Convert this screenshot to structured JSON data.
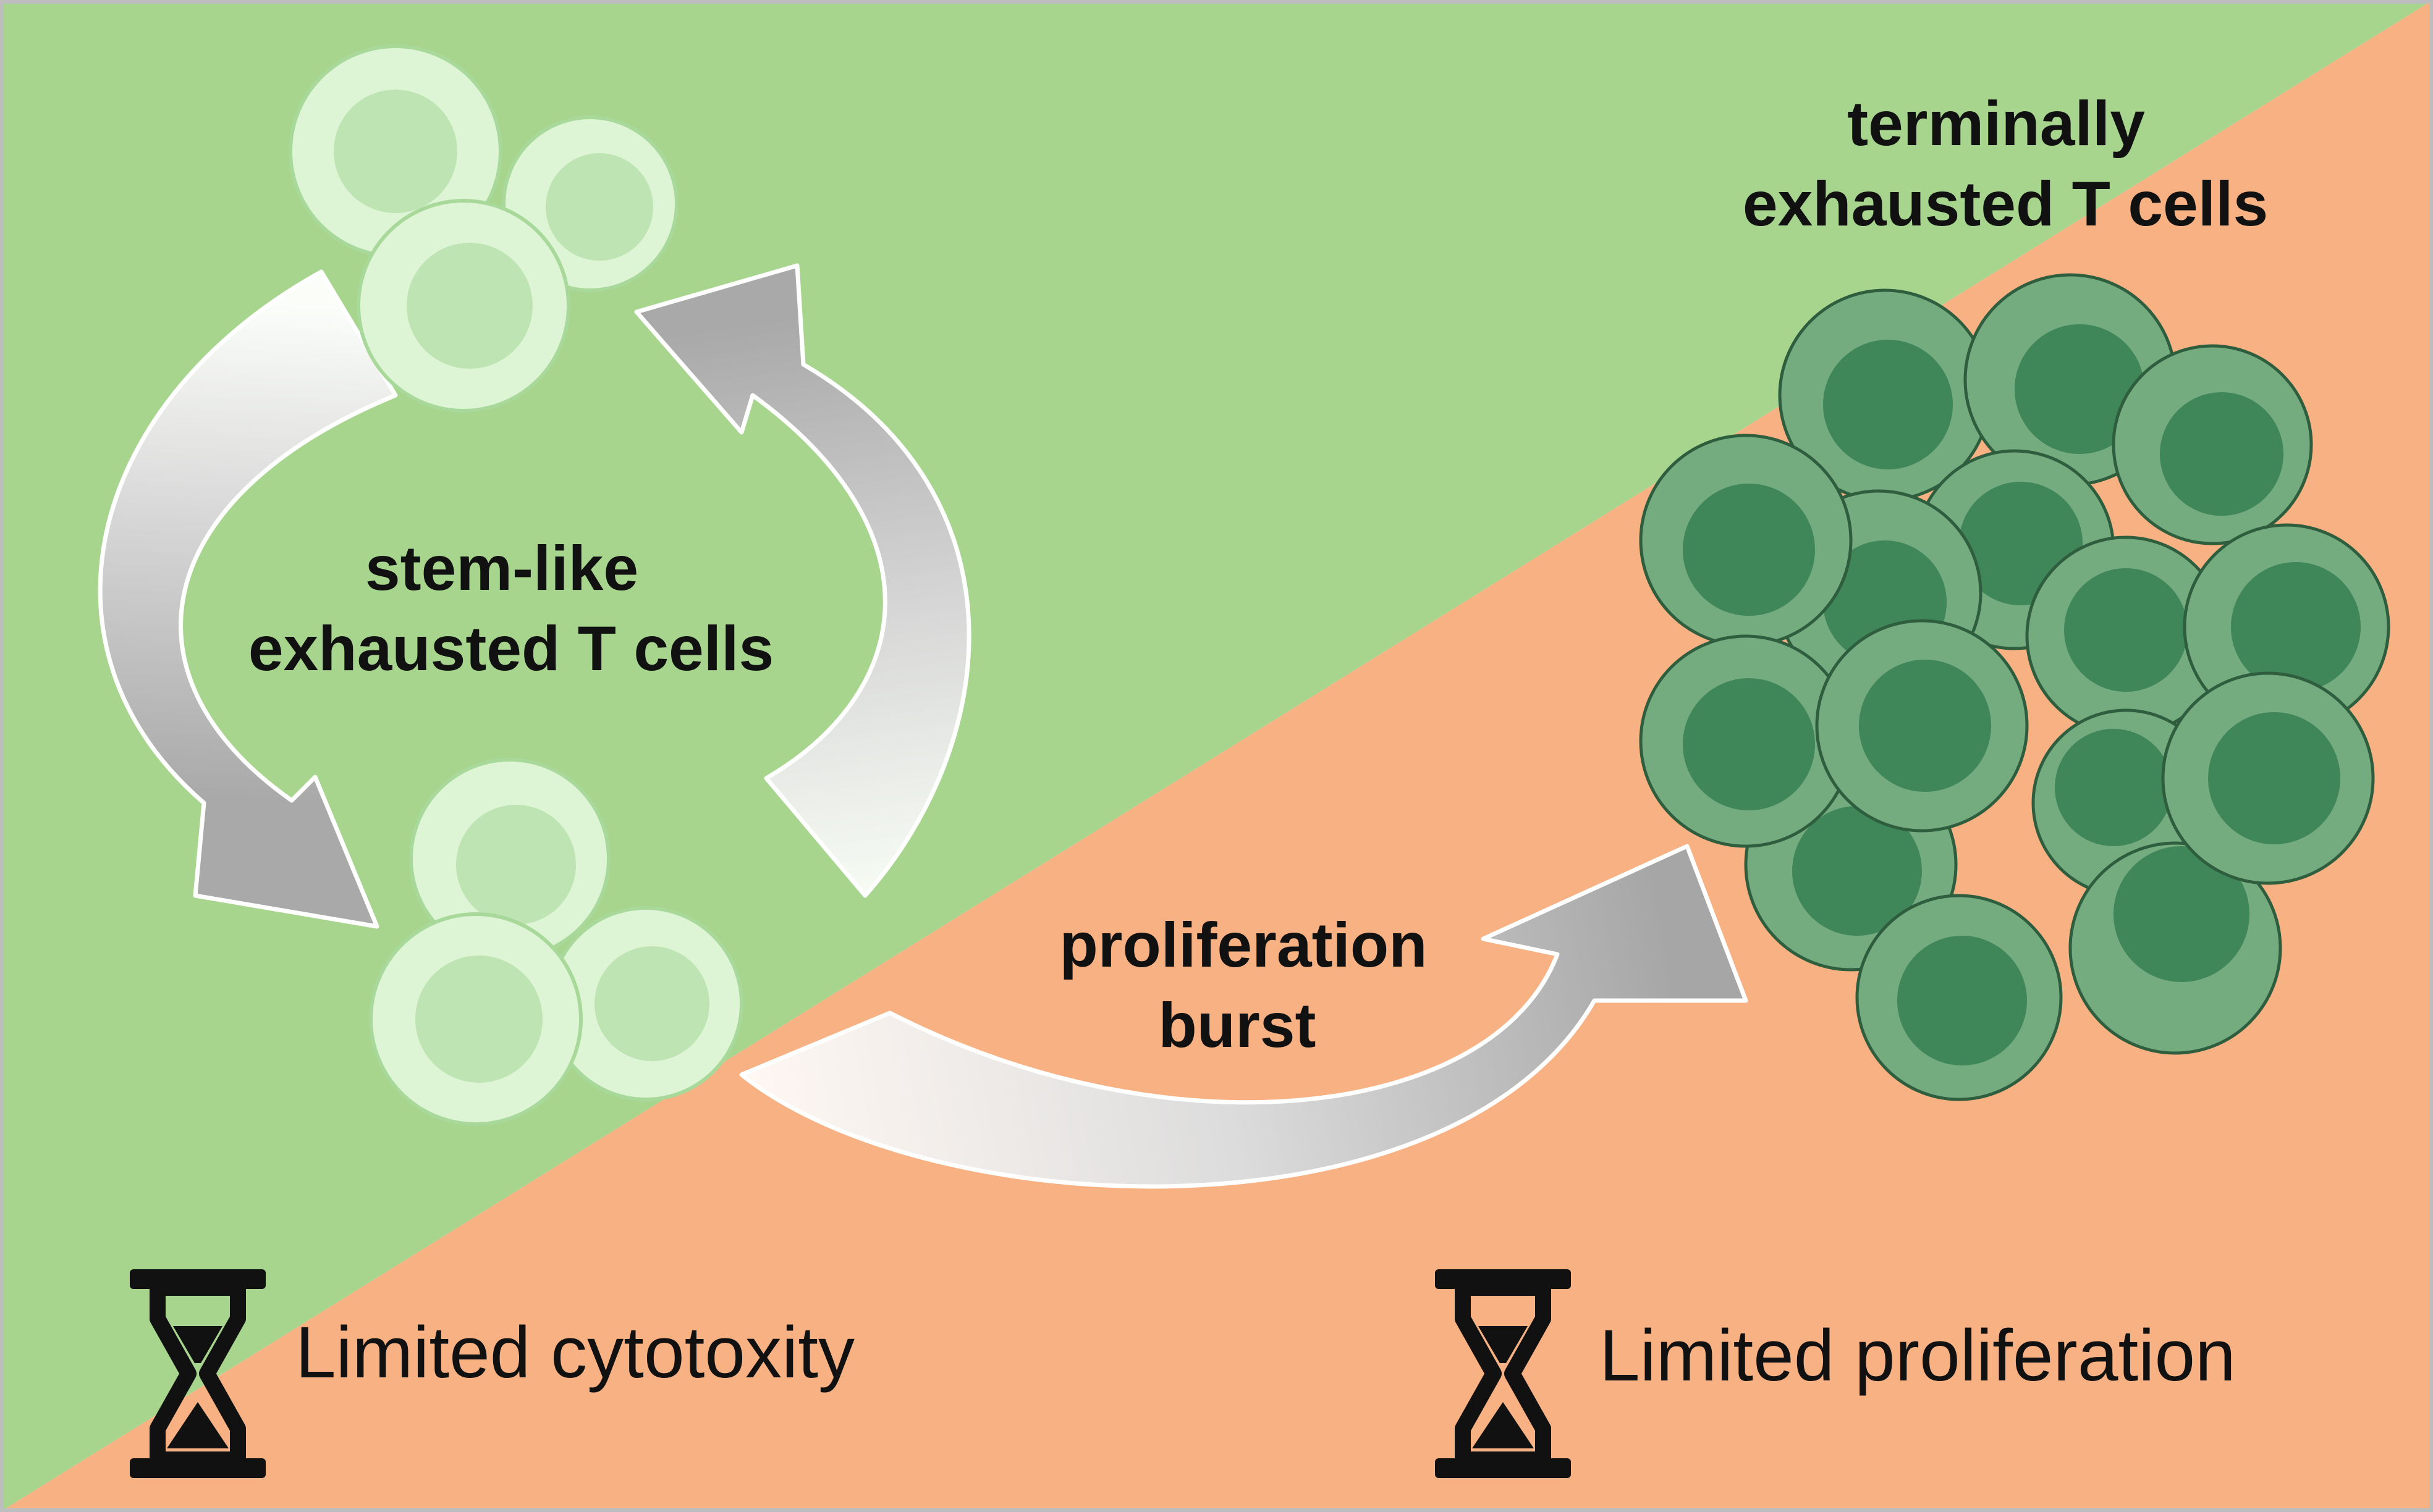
{
  "labels": {
    "stem_like_line1": "stem-like",
    "stem_like_line2": "exhausted T cells",
    "terminal_line1": "terminally",
    "terminal_line2": "exhausted T cells",
    "burst_line1": "proliferation",
    "burst_line2": "burst",
    "limited_cytotoxicity": "Limited cytotoxity",
    "limited_proliferation": "Limited proliferation"
  },
  "icons": {
    "left_timer": "hourglass-icon",
    "right_timer": "hourglass-icon",
    "cycle_arrows": "circular-arrow-icon",
    "burst_arrow": "curved-arrow-icon"
  },
  "colors": {
    "green_region": "#A8D58E",
    "orange_region": "#F8B182",
    "stem_cell_fill": "#DDF5D5",
    "stem_cell_nucleus": "#BFE4B3",
    "stem_cell_stroke": "#A8D99A",
    "terminal_cell_fill": "#74AC80",
    "terminal_cell_nucleus": "#3F8658",
    "terminal_cell_stroke": "#2E5E3E",
    "arrow_gray": "#AAAAAA",
    "hourglass": "#111111"
  }
}
